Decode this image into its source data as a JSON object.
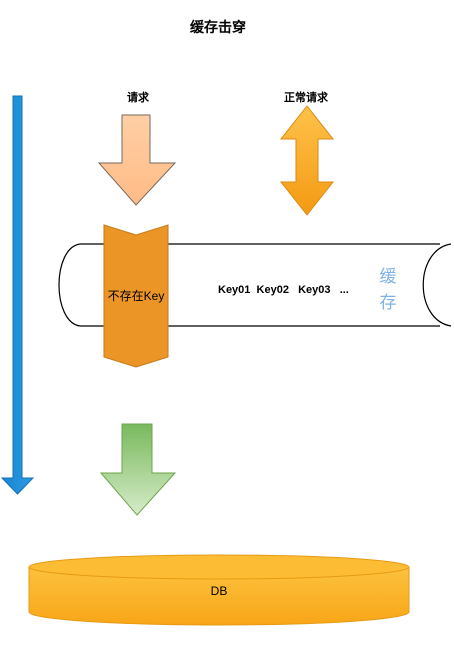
{
  "title": "缓存击穿",
  "request_label": "请求",
  "normal_request_label": "正常请求",
  "missing_key_label": "不存在Key",
  "cache_keys": "Key01  Key02   Key03   ...",
  "cache_label_1": "缓",
  "cache_label_2": "存",
  "db_label": "DB",
  "colors": {
    "timeline_arrow": "#1f8fd8",
    "request_arrow_fill": "#ffc89a",
    "normal_arrow_fill": "#f7a21c",
    "missing_key_fill": "#ea9525",
    "db_arrow_fill": "#9bcf84",
    "db_fill": "#fbb022",
    "cache_text": "#7fb2e5"
  }
}
